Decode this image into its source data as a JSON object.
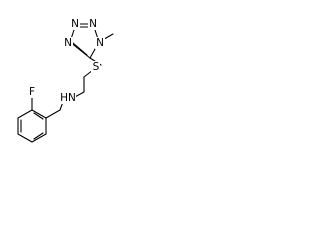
{
  "structure": {
    "atoms": {
      "fluorine": "F",
      "amine": "HN",
      "sulfur": "S",
      "ring_n1": "N",
      "ring_n2": "N",
      "ring_n3": "N",
      "ring_n4": "N"
    },
    "colors": {
      "bond": "#000000",
      "label": "#000000",
      "background": "#ffffff"
    }
  }
}
